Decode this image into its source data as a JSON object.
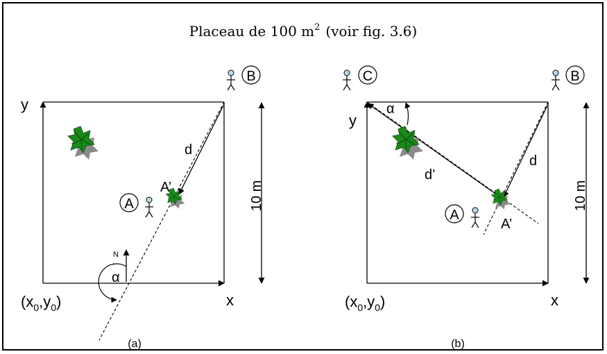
{
  "title": "Placeau de 100 m",
  "title_sup": "2",
  "title_ref": "(voir fig. 3.6)",
  "panel_a": {
    "axis_y": "y",
    "axis_x": "x",
    "origin": "(x",
    "origin_sub0": "0",
    "origin_mid": ",y",
    "origin_sub1": "0",
    "origin_end": ")",
    "size": "10 m",
    "dist": "d",
    "point_a": "A",
    "point_a_prime": "A’",
    "point_b": "B",
    "north": "N",
    "angle": "α",
    "caption": "(a)"
  },
  "panel_b": {
    "axis_y": "y",
    "axis_x": "x",
    "origin": "(x",
    "origin_sub0": "0",
    "origin_mid": ",y",
    "origin_sub1": "0",
    "origin_end": ")",
    "size": "10 m",
    "dist": "d",
    "dist_prime": "d’",
    "point_a": "A",
    "point_a_prime": "A’",
    "point_b": "B",
    "point_c": "C",
    "angle": "α",
    "caption": "(b)"
  },
  "colors": {
    "tree": "#1a8a1a",
    "tree_dark": "#0a4a0a",
    "shadow": "#8a8a8a",
    "head": "#b8dce8"
  }
}
